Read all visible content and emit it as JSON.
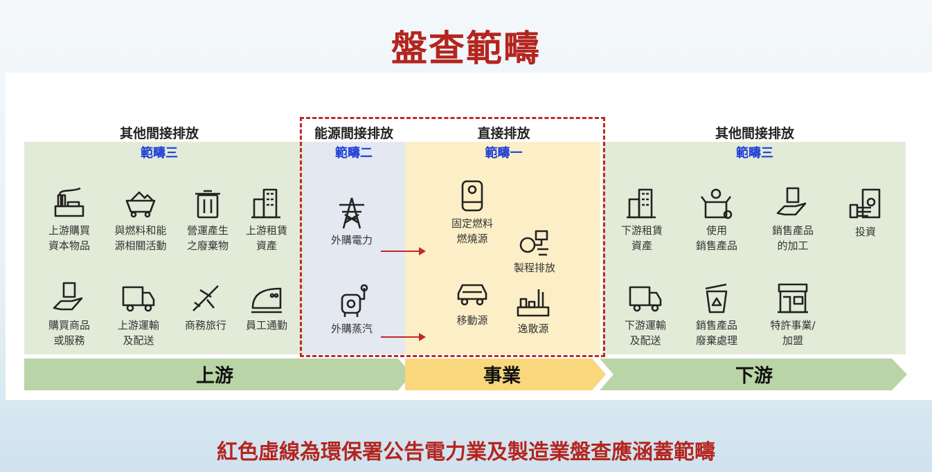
{
  "title": "盤查範疇",
  "note": "紅色虛線為環保署公告電力業及製造業盤查應涵蓋範疇",
  "colors": {
    "red": "#b4251f",
    "blue": "#1f3fd6",
    "green_bg": "#e2ebd8",
    "blue_bg": "#e3e8f1",
    "yellow_bg": "#fcefc8",
    "green_arrow": "#b9d4a6",
    "yellow_arrow": "#f9d77c"
  },
  "upstream": {
    "header": "其他間接排放",
    "scope": "範疇三",
    "items": [
      {
        "icon": "factory-icon",
        "label": "上游購買\n資本物品"
      },
      {
        "icon": "mine-cart-icon",
        "label": "與燃料和能\n源相關活動"
      },
      {
        "icon": "trash-can-icon",
        "label": "營運產生\n之廢棄物"
      },
      {
        "icon": "building-icon",
        "label": "上游租賃\n資產"
      },
      {
        "icon": "hand-package-icon",
        "label": "購買商品\n或服務"
      },
      {
        "icon": "truck-icon",
        "label": "上游運輸\n及配送"
      },
      {
        "icon": "airplane-icon",
        "label": "商務旅行"
      },
      {
        "icon": "train-icon",
        "label": "員工通勤"
      }
    ]
  },
  "scope2": {
    "header": "能源間接排放",
    "scope": "範疇二",
    "items": [
      {
        "icon": "power-tower-icon",
        "label": "外購電力"
      },
      {
        "icon": "steam-boiler-icon",
        "label": "外購蒸汽"
      }
    ]
  },
  "scope1": {
    "header": "直接排放",
    "scope": "範疇一",
    "items": [
      {
        "icon": "boiler-icon",
        "label": "固定燃料\n燃燒源"
      },
      {
        "icon": "process-icon",
        "label": "製程排放"
      },
      {
        "icon": "car-icon",
        "label": "移動源"
      },
      {
        "icon": "fugitive-icon",
        "label": "逸散源"
      }
    ]
  },
  "downstream": {
    "header": "其他間接排放",
    "scope": "範疇三",
    "items": [
      {
        "icon": "building-icon",
        "label": "下游租賃\n資產"
      },
      {
        "icon": "box-idea-icon",
        "label": "使用\n銷售產品"
      },
      {
        "icon": "hand-package-icon",
        "label": "銷售產品\n的加工"
      },
      {
        "icon": "investment-icon",
        "label": "投資"
      },
      {
        "icon": "truck-icon",
        "label": "下游運輸\n及配送"
      },
      {
        "icon": "recycle-bin-icon",
        "label": "銷售產品\n廢棄處理"
      },
      {
        "icon": "store-icon",
        "label": "特許事業/\n加盟"
      }
    ]
  },
  "flow": {
    "upstream": "上游",
    "business": "事業",
    "downstream": "下游"
  }
}
